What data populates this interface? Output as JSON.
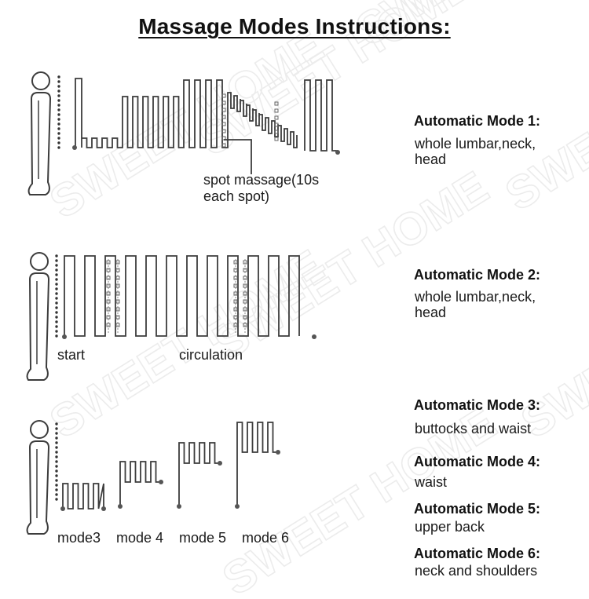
{
  "title": "Massage Modes Instructions:",
  "watermark": "SWEET HOME",
  "diagram1": {
    "annotation_lines": [
      "spot massage(10s",
      "each spot)"
    ]
  },
  "diagram2": {
    "start_label": "start",
    "circulation_label": "circulation"
  },
  "diagram3": {
    "mode_labels": [
      "mode3",
      "mode 4",
      "mode 5",
      "mode 6"
    ]
  },
  "modes": [
    {
      "title": "Automatic Mode 1:",
      "desc_lines": [
        "whole lumbar,neck,",
        "head"
      ]
    },
    {
      "title": "Automatic Mode 2:",
      "desc_lines": [
        "whole lumbar,neck,",
        "head"
      ]
    },
    {
      "title": "Automatic Mode 3:",
      "desc_lines": [
        "buttocks and waist"
      ]
    },
    {
      "title": "Automatic Mode 4:",
      "desc_lines": [
        "waist"
      ]
    },
    {
      "title": "Automatic Mode 5:",
      "desc_lines": [
        "upper back"
      ]
    },
    {
      "title": "Automatic Mode 6:",
      "desc_lines": [
        "neck and shoulders"
      ]
    }
  ]
}
